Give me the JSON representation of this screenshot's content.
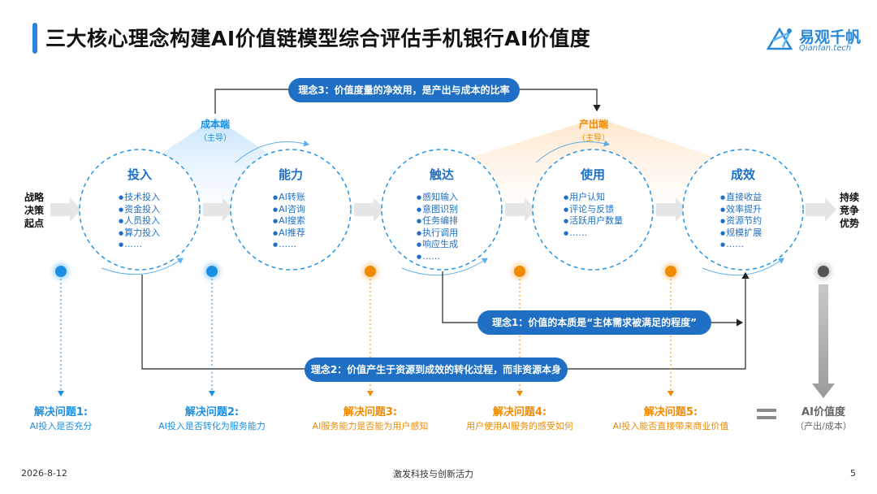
{
  "header": {
    "title": "三大核心理念构建AI价值链模型综合评估手机银行AI价值度",
    "logo_name": "易观千帆",
    "logo_sub": "Qianfan.tech"
  },
  "concepts": {
    "c3": "理念3：价值度量的净效用，是产出与成本的比率",
    "c1": "理念1：价值的本质是“主体需求被满足的程度”",
    "c2": "理念2：价值产生于资源到成效的转化过程，而非资源本身"
  },
  "ends": {
    "start": "战略决策起点",
    "end": "持续竞争优势"
  },
  "cost_end": {
    "title": "成本端",
    "sub": "（主导）"
  },
  "output_end": {
    "title": "产出端",
    "sub": "（主导）"
  },
  "stages": [
    {
      "title": "投入",
      "items": [
        "技术投入",
        "资金投入",
        "人员投入",
        "算力投入",
        "……"
      ]
    },
    {
      "title": "能力",
      "items": [
        "AI转账",
        "AI咨询",
        "AI搜索",
        "AI推荐",
        "……"
      ]
    },
    {
      "title": "触达",
      "items": [
        "感知输入",
        "意图识别",
        "任务编排",
        "执行调用",
        "响应生成",
        "……"
      ]
    },
    {
      "title": "使用",
      "items": [
        "用户认知",
        "评论与反馈",
        "活跃用户数量",
        "……"
      ]
    },
    {
      "title": "成效",
      "items": [
        "直接收益",
        "效率提升",
        "资源节约",
        "规模扩展",
        "……"
      ]
    }
  ],
  "problems": [
    {
      "title": "解决问题1:",
      "desc": "AI投入是否充分",
      "color": "#1a8fe3"
    },
    {
      "title": "解决问题2:",
      "desc": "AI投入是否转化为服务能力",
      "color": "#1a8fe3"
    },
    {
      "title": "解决问题3:",
      "desc": "AI服务能力是否能为用户感知",
      "color": "#f08a00"
    },
    {
      "title": "解决问题4:",
      "desc": "用户使用AI服务的感受如何",
      "color": "#f08a00"
    },
    {
      "title": "解决问题5:",
      "desc": "AI投入能否直接带来商业价值",
      "color": "#f08a00"
    }
  ],
  "result": {
    "title": "AI价值度",
    "sub": "（产出/成本）"
  },
  "footer": {
    "date": "2026-8-12",
    "slogan": "激发科技与创新活力",
    "page": "5"
  },
  "colors": {
    "blue": "#1f6fc4",
    "light_blue": "#1a8fe3",
    "orange": "#f08a00",
    "gray": "#8a8a8a"
  }
}
